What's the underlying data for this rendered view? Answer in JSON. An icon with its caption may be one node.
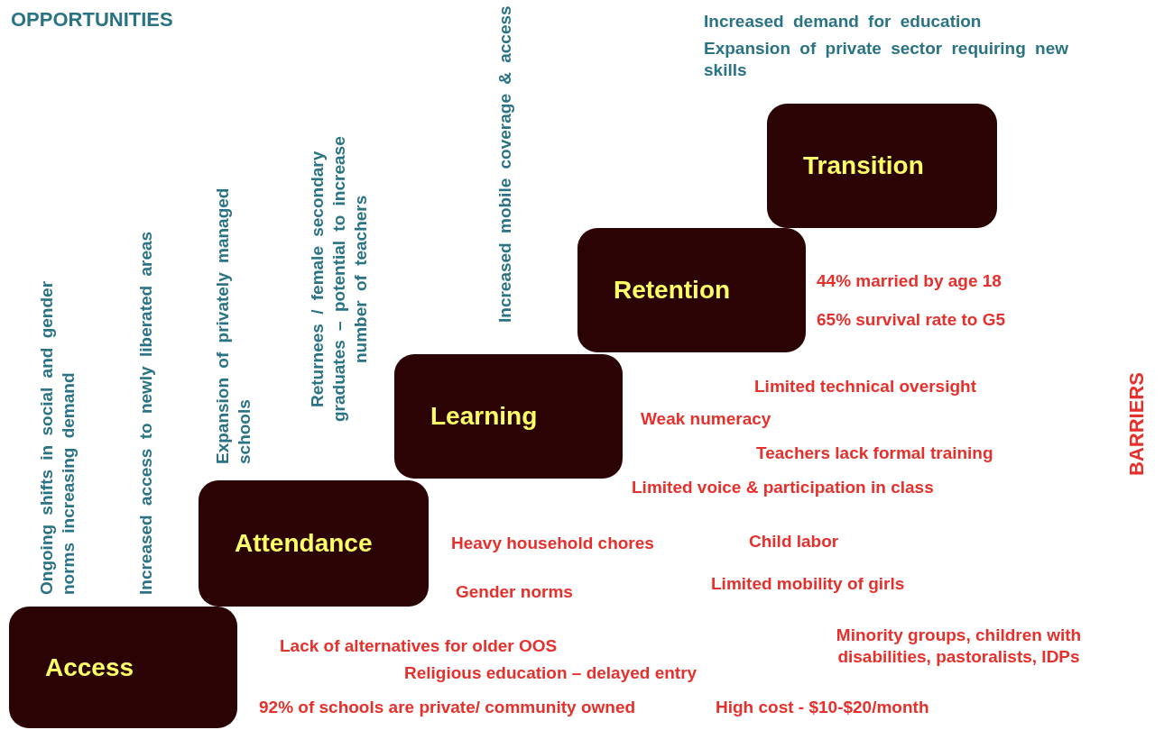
{
  "diagram": {
    "nodes": [
      {
        "text": [
          "Access"
        ]
      },
      {
        "text": [
          "Attendance"
        ]
      },
      {
        "text": [
          "Learning"
        ]
      },
      {
        "text": [
          "Retention"
        ]
      },
      {
        "text": [
          "Transition"
        ]
      }
    ],
    "labels": [
      "OPPORTUNITIES",
      "Increased demand for education",
      "Expansion of private sector requiring new skills",
      "Ongoing shifts in social and gender norms increasing demand",
      "Increased access to newly liberated areas",
      "Expansion of privately managed schools",
      "Returnees / female secondary graduates – potential to increase number of teachers",
      "Increased mobile coverage & access",
      "BARRIERS",
      "44% married by age 18",
      "65% survival rate to G5",
      "Limited technical oversight",
      "Weak numeracy",
      "Teachers lack formal training",
      "Limited voice & participation in class",
      "Heavy household chores",
      "Child labor",
      "Gender norms",
      "Limited mobility of girls",
      "Minority groups, children with disabilities, pastoralists, IDPs",
      "Lack of alternatives for older OOS",
      "Religious education – delayed entry",
      "92% of schools are private/ community owned",
      "High cost - $10-$20/month"
    ]
  }
}
